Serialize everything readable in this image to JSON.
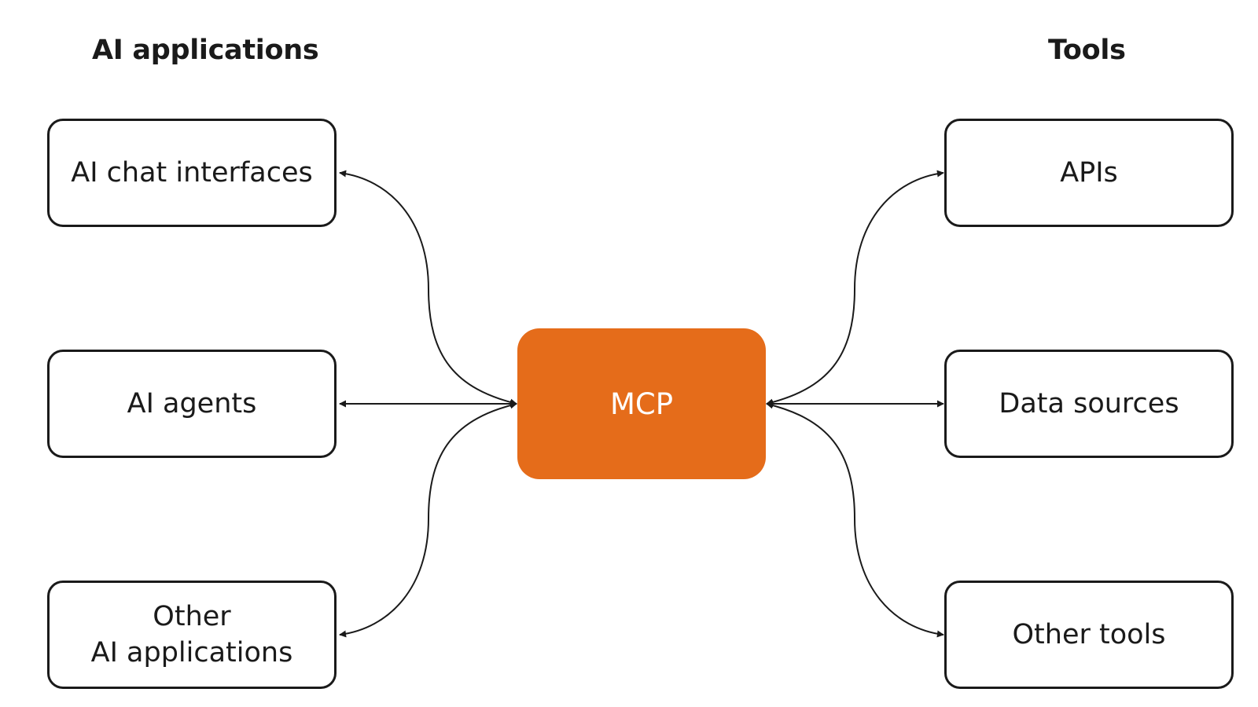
{
  "colors": {
    "hub_fill": "#E56C1A",
    "stroke": "#1a1a1a",
    "background": "#ffffff"
  },
  "headings": {
    "left": "AI applications",
    "right": "Tools"
  },
  "hub": {
    "label": "MCP"
  },
  "applications": [
    {
      "lines": [
        "AI chat interfaces"
      ]
    },
    {
      "lines": [
        "AI agents"
      ]
    },
    {
      "lines": [
        "Other",
        "AI applications"
      ]
    }
  ],
  "tools": [
    {
      "lines": [
        "APIs"
      ]
    },
    {
      "lines": [
        "Data sources"
      ]
    },
    {
      "lines": [
        "Other tools"
      ]
    }
  ],
  "connections": [
    {
      "from": "MCP",
      "to": "AI chat interfaces",
      "direction": "bidirectional"
    },
    {
      "from": "MCP",
      "to": "AI agents",
      "direction": "bidirectional"
    },
    {
      "from": "MCP",
      "to": "Other AI applications",
      "direction": "bidirectional"
    },
    {
      "from": "MCP",
      "to": "APIs",
      "direction": "bidirectional"
    },
    {
      "from": "MCP",
      "to": "Data sources",
      "direction": "bidirectional"
    },
    {
      "from": "MCP",
      "to": "Other tools",
      "direction": "bidirectional"
    }
  ]
}
